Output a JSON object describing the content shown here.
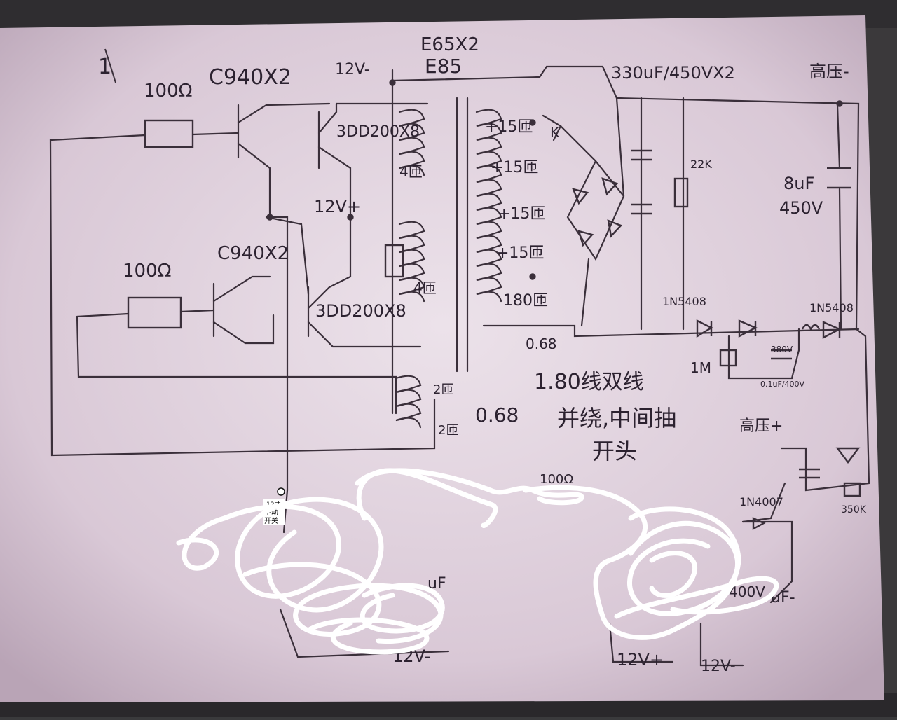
{
  "diagram": {
    "page_mark": "1",
    "core": [
      "E65X2",
      "E85"
    ],
    "supply_minus": "12V-",
    "supply_plus": "12V+",
    "bases": {
      "upper_resistor": "100Ω",
      "lower_resistor": "100Ω",
      "upper_transistor": "C940X2",
      "lower_transistor": "C940X2",
      "upper_mosfet": "3DD200X8",
      "lower_mosfet": "3DD200X8"
    },
    "primary": {
      "upper_turns": "4匝",
      "lower_turns": "4匝",
      "feedback_turns_top": "2匝",
      "feedback_turns_bottom": "2匝",
      "feedback_wire": "0.68"
    },
    "secondary": {
      "taps": [
        "+15匝",
        "+15匝",
        "+15匝",
        "+15匝",
        "180匝"
      ],
      "wire": "0.68",
      "switch_mark": "K"
    },
    "output": {
      "caps": "330uF/450VX2",
      "bleeder": "22K",
      "hv_minus": "高压-",
      "hv_plus": "高压+",
      "film_cap": "8uF",
      "film_cap_voltage": "450V",
      "diode": "1N5408",
      "diode2": "1N5408",
      "resistor_1m": "1M",
      "cap_small": "0.1uF/400V",
      "zener": "380V",
      "resistor_350k": "350K",
      "diode3": "1N4007"
    },
    "note": [
      "1.80线双线",
      "并绕,中间抽",
      "开头"
    ],
    "switch_label": [
      "12寸",
      "手动",
      "开关"
    ],
    "bottom": {
      "left_cap": "uF",
      "right_cap": "uF-",
      "right_voltage": "400V",
      "resistor": "100Ω",
      "left_supply": "12V-",
      "right_supply_plus": "12V+",
      "right_supply_minus": "12V-"
    }
  }
}
